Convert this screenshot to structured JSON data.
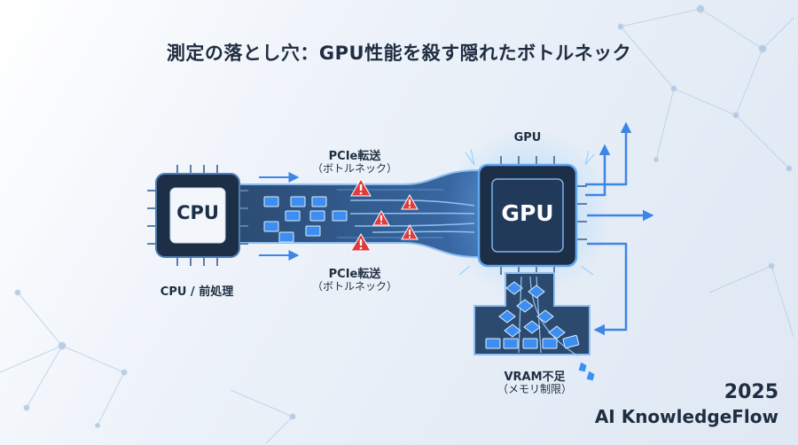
{
  "title": "測定の落とし穴：GPU性能を殺す隠れたボトルネック",
  "cpu": {
    "chip_text": "CPU",
    "label": "CPU / 前処理"
  },
  "gpu": {
    "chip_text": "GPU",
    "label": "GPU"
  },
  "pcie_top": {
    "label": "PCIe転送",
    "sub": "（ボトルネック）"
  },
  "pcie_bottom": {
    "label": "PCIe転送",
    "sub": "（ボトルネック）"
  },
  "vram": {
    "label": "VRAM不足",
    "sub": "（メモリ制限）"
  },
  "footer": {
    "year": "2025",
    "brand": "AI KnowledgeFlow"
  },
  "colors": {
    "accent": "#2f7fe0",
    "chip_dark": "#1d2f47",
    "warning": "#e23b3b",
    "text": "#1f2d40"
  }
}
